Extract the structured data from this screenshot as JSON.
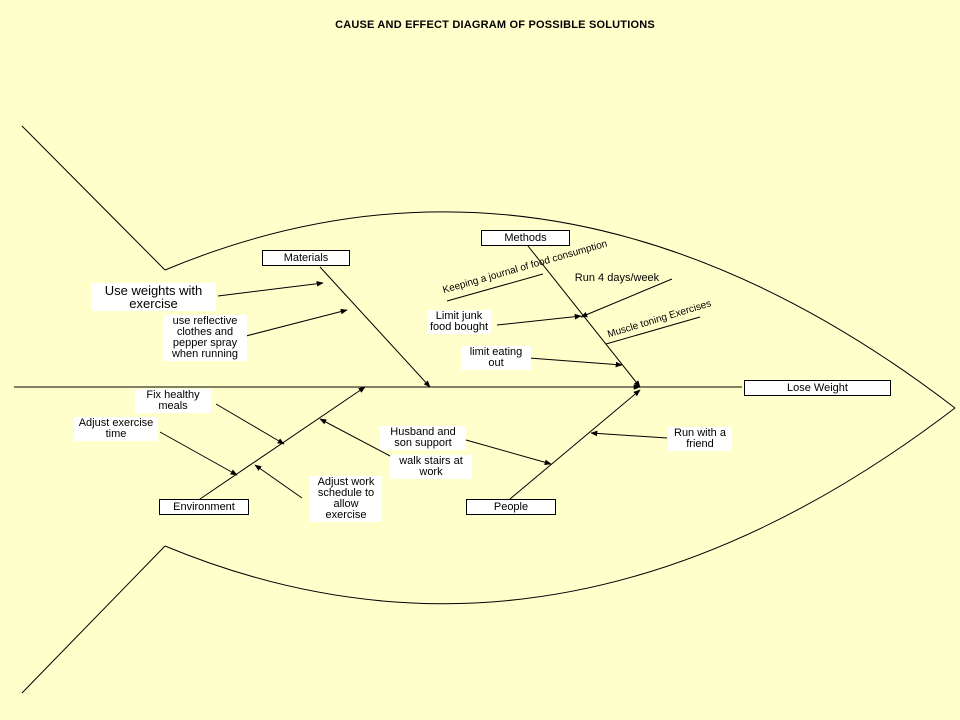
{
  "title": "CAUSE AND EFFECT DIAGRAM OF POSSIBLE SOLUTIONS",
  "effect": "Lose Weight",
  "categories": {
    "materials": "Materials",
    "methods": "Methods",
    "environment": "Environment",
    "people": "People"
  },
  "causes": {
    "weights": "Use weights with exercise",
    "reflective": "use reflective clothes and pepper spray when running",
    "journal": "Keeping a journal of food consumption",
    "run4": "Run 4 days/week",
    "junk": "Limit junk food bought",
    "muscle": "Muscle toning Exercises",
    "eating_out": "limit eating out",
    "meals": "Fix healthy meals",
    "exercise_time": "Adjust exercise time",
    "work_schedule": "Adjust work schedule to allow exercise",
    "husband": "Husband and son support",
    "stairs": "walk stairs at work",
    "friend": "Run with a friend"
  }
}
